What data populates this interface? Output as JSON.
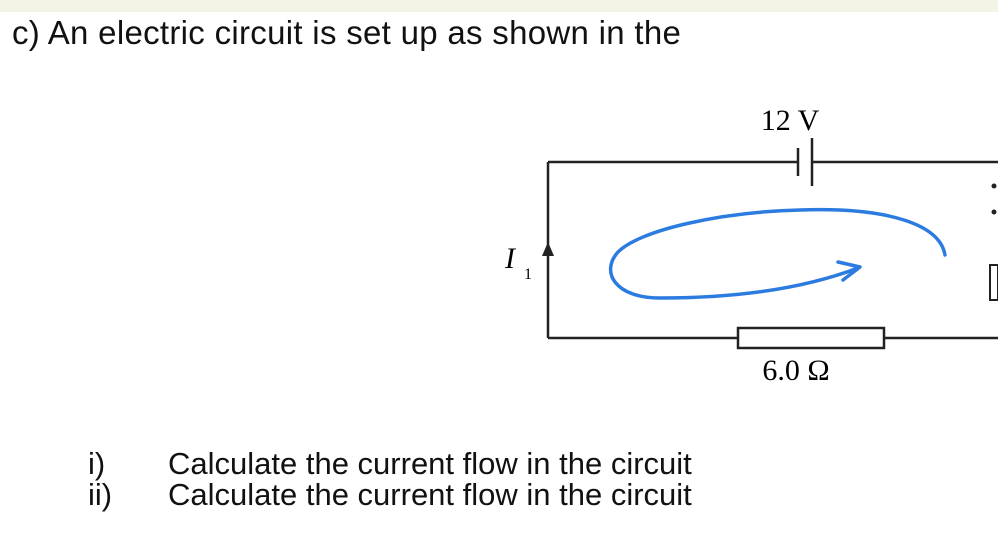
{
  "heading": "c) An electric circuit is set up as shown in the",
  "circuit": {
    "battery_label": "12 V",
    "resistor_label": "6.0 Ω",
    "current_label": "I",
    "current_subscript": "1",
    "annotation_color": "#2b7be0"
  },
  "questions": [
    {
      "number": "i)",
      "text": "Calculate the current flow in the circuit"
    },
    {
      "number": "ii)",
      "text": "Calculate the current flow in the circuit"
    }
  ]
}
